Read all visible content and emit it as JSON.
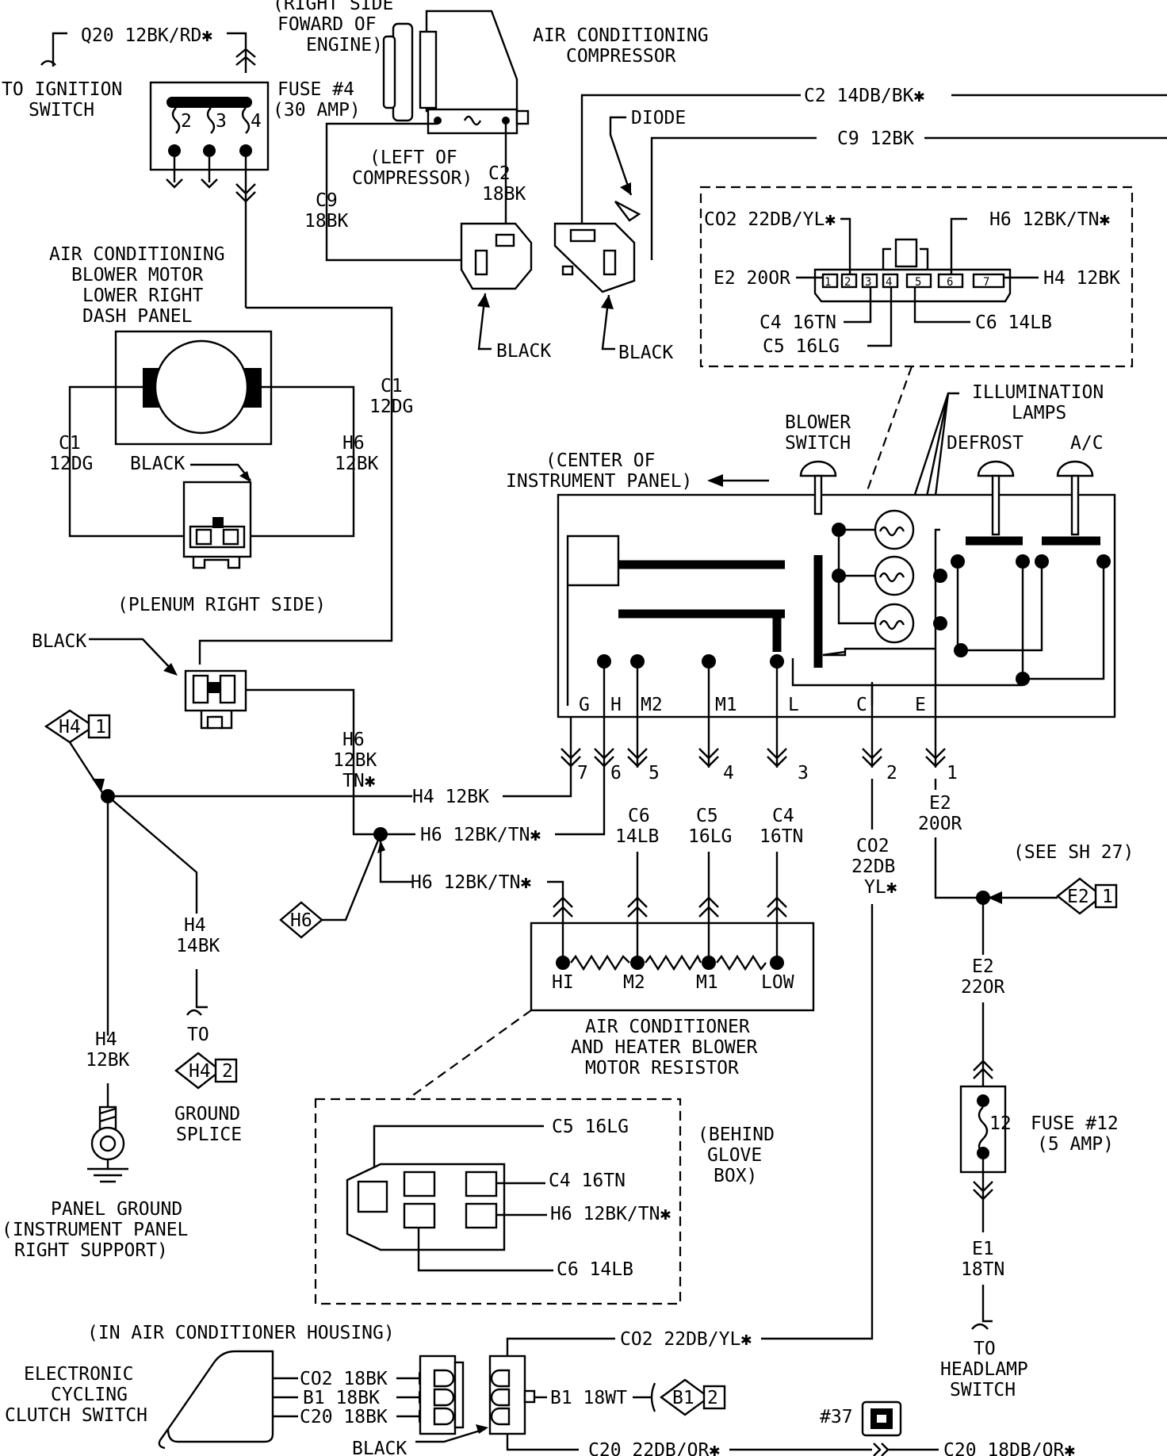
{
  "top_left": {
    "q20_wire": "Q20 12BK/RD✱",
    "to_ignition_1": "TO IGNITION",
    "to_ignition_2": "SWITCH",
    "fuse4_1": "FUSE #4",
    "fuse4_2": "(30 AMP)",
    "fuse_terms": [
      "2",
      "3",
      "4"
    ]
  },
  "compressor": {
    "loc_1": "(RIGHT SIDE",
    "loc_2": "FOWARD OF",
    "loc_3": "ENGINE)",
    "name_1": "AIR CONDITIONING",
    "name_2": "COMPRESSOR",
    "left_of_1": "(LEFT OF",
    "left_of_2": "COMPRESSOR)",
    "c2_1": "C2",
    "c2_2": "18BK",
    "c9_1": "C9",
    "c9_2": "18BK",
    "black": "BLACK"
  },
  "diode_area": {
    "c2_wire": "C2 14DB/BK✱",
    "diode": "DIODE",
    "c9_wire": "C9 12BK",
    "black": "BLACK"
  },
  "switch_connector": {
    "co2": "CO2 22DB/YL✱",
    "h6": "H6 12BK/TN✱",
    "e2": "E2 20OR",
    "h4": "H4 12BK",
    "c4": "C4 16TN",
    "c6": "C6 14LB",
    "c5": "C5 16LG",
    "pins": [
      "1",
      "2",
      "3",
      "4",
      "5",
      "6",
      "7"
    ]
  },
  "blower_motor": {
    "title_1": "AIR CONDITIONING",
    "title_2": "BLOWER MOTOR",
    "title_3": "LOWER RIGHT",
    "title_4": "DASH PANEL",
    "c1_1": "C1",
    "c1_2": "12DG",
    "h6_1": "H6",
    "h6_2": "12BK",
    "black": "BLACK",
    "plenum": "(PLENUM RIGHT SIDE)",
    "c1_right_1": "C1",
    "c1_right_2": "12DG"
  },
  "control_panel": {
    "illumination_1": "ILLUMINATION",
    "illumination_2": "LAMPS",
    "blower_1": "BLOWER",
    "blower_2": "SWITCH",
    "defrost": "DEFROST",
    "ac": "A/C",
    "center_1": "(CENTER OF",
    "center_2": "INSTRUMENT PANEL)",
    "terms": [
      "G",
      "H",
      "M2",
      "M1",
      "L",
      "C",
      "E"
    ],
    "pins": [
      "7",
      "6",
      "5",
      "4",
      "3",
      "2",
      "1"
    ]
  },
  "left_mid": {
    "black": "BLACK",
    "h4_tag": "H4",
    "h4_tag_num": "1",
    "h6_1": "H6",
    "h6_2": "12BK",
    "h6_3": "TN✱",
    "h4_wire": "H4 12BK",
    "h6_wire": "H6 12BK/TN✱",
    "h6_wire_2": "H6 12BK/TN✱",
    "h6_tag": "H6",
    "h4_14_1": "H4",
    "h4_14_2": "14BK",
    "to": "TO",
    "h4_tag2": "H4",
    "h4_tag2_num": "2",
    "ground_1": "GROUND",
    "ground_2": "SPLICE",
    "h4_12_1": "H4",
    "h4_12_2": "12BK",
    "panel_ground_1": "PANEL GROUND",
    "panel_ground_2": "(INSTRUMENT PANEL",
    "panel_ground_3": "RIGHT SUPPORT)"
  },
  "resistor": {
    "c6_1": "C6",
    "c6_2": "14LB",
    "c5_1": "C5",
    "c5_2": "16LG",
    "c4_1": "C4",
    "c4_2": "16TN",
    "taps": [
      "HI",
      "M2",
      "M1",
      "LOW"
    ],
    "title_1": "AIR CONDITIONER",
    "title_2": "AND HEATER BLOWER",
    "title_3": "MOTOR RESISTOR"
  },
  "right_col": {
    "co2_1": "CO2",
    "co2_2": "22DB",
    "co2_3": "YL✱",
    "e2_1": "E2",
    "e2_2": "20OR",
    "see": "(SEE SH 27)",
    "e2_tag": "E2",
    "e2_tag_num": "1",
    "e2b_1": "E2",
    "e2b_2": "22OR",
    "fuse12_1": "FUSE #12",
    "fuse12_2": "(5 AMP)",
    "fuse12_num": "12",
    "e1_1": "E1",
    "e1_2": "18TN",
    "to_1": "TO",
    "to_2": "HEADLAMP",
    "to_3": "SWITCH"
  },
  "resistor_connector": {
    "c5": "C5 16LG",
    "c4": "C4 16TN",
    "h6": "H6 12BK/TN✱",
    "c6": "C6 14LB",
    "behind_1": "(BEHIND",
    "behind_2": "GLOVE",
    "behind_3": "BOX)"
  },
  "bottom": {
    "housing": "(IN AIR CONDITIONER HOUSING)",
    "ecc_1": "ELECTRONIC",
    "ecc_2": "CYCLING",
    "ecc_3": "CLUTCH SWITCH",
    "co2_18": "CO2 18BK",
    "b1_18": "B1 18BK",
    "c20_18": "C20 18BK",
    "co2_22": "CO2 22DB/YL✱",
    "b1_wt": "B1 18WT",
    "b1_tag": "B1",
    "b1_tag_num": "2",
    "black": "BLACK",
    "c20_22": "C20 22DB/OR✱",
    "splice_37": "#37",
    "c20_18db": "C20 18DB/OR✱"
  }
}
